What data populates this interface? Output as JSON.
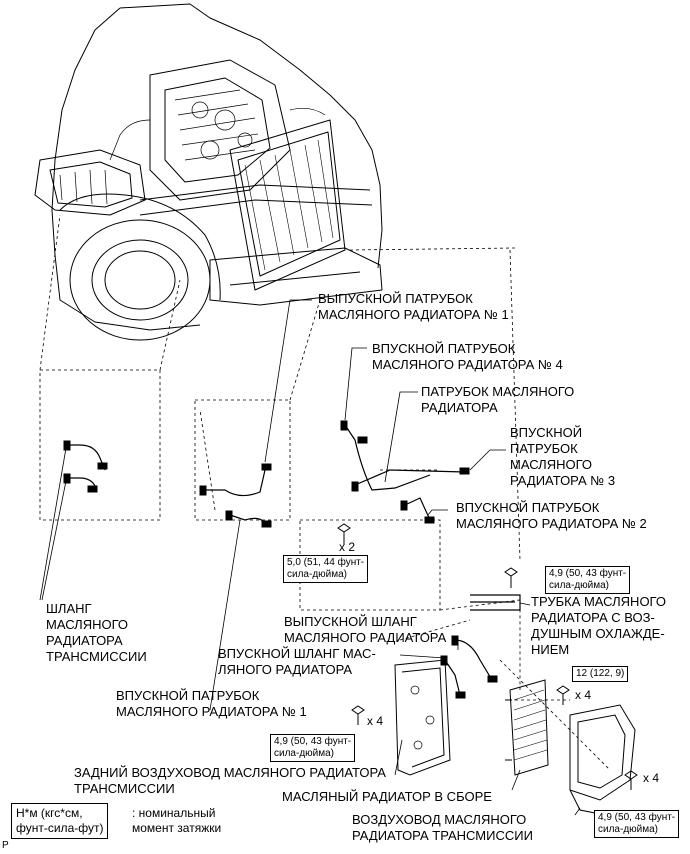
{
  "labels": {
    "outlet_hose_1": [
      "ВЫПУСКНОЙ ПАТРУБОК",
      "МАСЛЯНОГО РАДИАТОРА № 1"
    ],
    "inlet_hose_4": [
      "ВПУСКНОЙ ПАТРУБОК",
      "МАСЛЯНОГО РАДИАТОРА № 4"
    ],
    "cooler_hose": [
      "ПАТРУБОК МАСЛЯНОГО",
      "РАДИАТОРА"
    ],
    "inlet_hose_3": [
      "ВПУСКНОЙ",
      "ПАТРУБОК",
      "МАСЛЯНОГО",
      "РАДИАТОРА № 3"
    ],
    "inlet_hose_2": [
      "ВПУСКНОЙ ПАТРУБОК",
      "МАСЛЯНОГО РАДИАТОРА № 2"
    ],
    "trans_hose": [
      "ШЛАНГ",
      "МАСЛЯНОГО",
      "РАДИАТОРА",
      "ТРАНСМИССИИ"
    ],
    "air_cooled_tube": [
      "ТРУБКА МАСЛЯНОГО",
      "РАДИАТОРА С ВОЗ-",
      "ДУШНЫМ ОХЛАЖДЕ-",
      "НИЕМ"
    ],
    "outlet_hose": [
      "ВЫПУСКНОЙ ШЛАНГ",
      "МАСЛЯНОГО РАДИАТОРА"
    ],
    "inlet_hose": [
      "ВПУСКНОЙ ШЛАНГ МАС-",
      "ЛЯНОГО РАДИАТОРА"
    ],
    "inlet_hose_1": [
      "ВПУСКНОЙ ПАТРУБОК",
      "МАСЛЯНОГО РАДИАТОРА № 1"
    ],
    "rear_duct": [
      "ЗАДНИЙ ВОЗДУХОВОД МАСЛЯНОГО РАДИАТОРА",
      "ТРАНСМИССИИ"
    ],
    "cooler_assy": [
      "МАСЛЯНЫЙ РАДИАТОР В СБОРЕ"
    ],
    "trans_duct": [
      "ВОЗДУХОВОД МАСЛЯНОГО",
      "РАДИАТОРА ТРАНСМИССИИ"
    ]
  },
  "torques": {
    "t1": [
      "5,0 (51, 44 фунт-",
      "сила-дюйма)"
    ],
    "t2": [
      "4,9 (50, 43 фунт-",
      "сила-дюйма)"
    ],
    "t3": [
      "12 (122, 9)"
    ],
    "t4": [
      "4,9 (50, 43 фунт-",
      "сила-дюйма)"
    ],
    "t5": [
      "4,9 (50, 43 фунт-",
      "сила-дюйма)"
    ]
  },
  "quantities": {
    "q1": "x 2",
    "q2": "x 4",
    "q3": "x 4",
    "q4": "x 4"
  },
  "legend": {
    "box": [
      "Н*м (кгс*см,",
      "фунт-сила-фут)"
    ],
    "text": [
      ": номинальный",
      "момент затяжки"
    ]
  },
  "page_marker": "P"
}
